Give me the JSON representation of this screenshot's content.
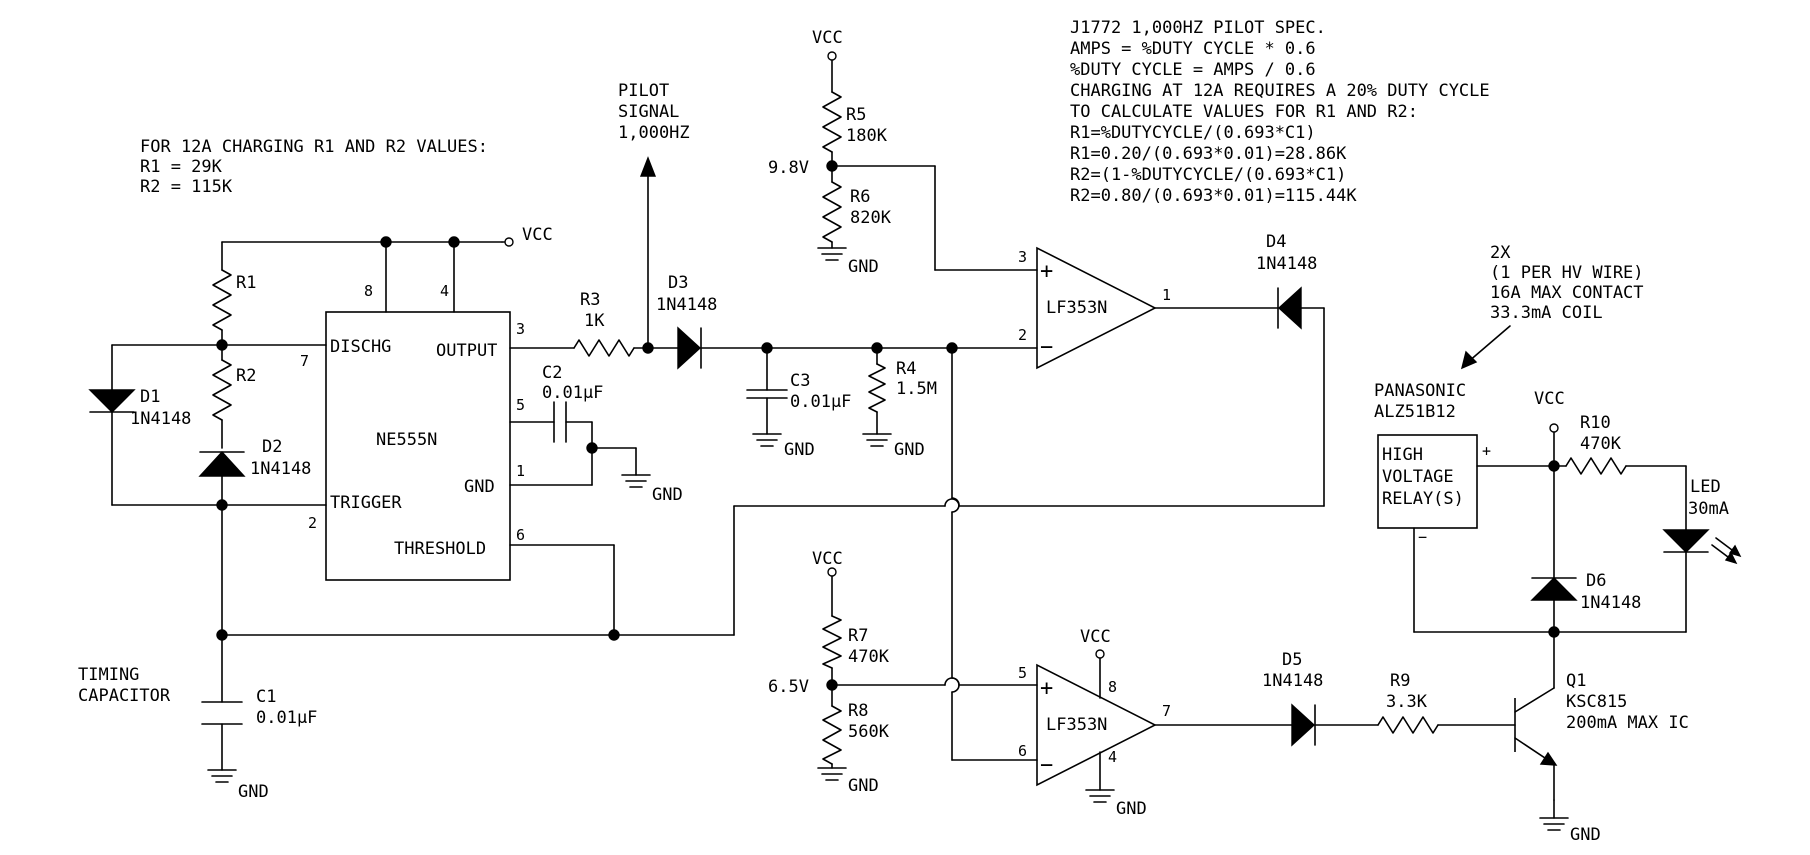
{
  "notes": {
    "left_title": "FOR 12A CHARGING R1 AND R2 VALUES:",
    "left_r1": "R1 = 29K",
    "left_r2": "R2 = 115K",
    "spec_lines": [
      "J1772 1,000HZ PILOT SPEC.",
      "AMPS = %DUTY CYCLE * 0.6",
      "%DUTY CYCLE = AMPS / 0.6",
      "CHARGING AT 12A REQUIRES A 20% DUTY CYCLE",
      "TO CALCULATE VALUES FOR R1 AND R2:",
      "R1=%DUTYCYCLE/(0.693*C1)",
      "R1=0.20/(0.693*0.01)=28.86K",
      "R2=(1-%DUTYCYCLE/(0.693*C1)",
      "R2=0.80/(0.693*0.01)=115.44K"
    ],
    "relay_note": [
      "2X",
      "(1 PER HV WIRE)",
      "16A MAX CONTACT",
      "33.3mA COIL"
    ],
    "pilot": [
      "PILOT",
      "SIGNAL",
      "1,000HZ"
    ]
  },
  "labels": {
    "vcc": "VCC",
    "gnd": "GND",
    "timer": {
      "name": "NE555N",
      "discharge": "DISCHG",
      "trigger": "TRIGGER",
      "output": "OUTPUT",
      "gnd": "GND",
      "threshold": "THRESHOLD",
      "pins": {
        "p8": "8",
        "p4": "4",
        "p7": "7",
        "p2": "2",
        "p3": "3",
        "p5": "5",
        "p1": "1",
        "p6": "6"
      }
    },
    "r1": "R1",
    "r2": "R2",
    "r3": {
      "name": "R3",
      "value": "1K"
    },
    "r4": {
      "name": "R4",
      "value": "1.5M"
    },
    "r5": {
      "name": "R5",
      "value": "180K"
    },
    "r6": {
      "name": "R6",
      "value": "820K"
    },
    "r7": {
      "name": "R7",
      "value": "470K"
    },
    "r8": {
      "name": "R8",
      "value": "560K"
    },
    "r9": {
      "name": "R9",
      "value": "3.3K"
    },
    "r10": {
      "name": "R10",
      "value": "470K"
    },
    "d1": {
      "name": "D1",
      "value": "1N4148"
    },
    "d2": {
      "name": "D2",
      "value": "1N4148"
    },
    "d3": {
      "name": "D3",
      "value": "1N4148"
    },
    "d4": {
      "name": "D4",
      "value": "1N4148"
    },
    "d5": {
      "name": "D5",
      "value": "1N4148"
    },
    "d6": {
      "name": "D6",
      "value": "1N4148"
    },
    "c1": {
      "name": "C1",
      "value": "0.01µF"
    },
    "c2": {
      "name": "C2",
      "value": "0.01µF"
    },
    "c3": {
      "name": "C3",
      "value": "0.01µF"
    },
    "timing_cap": [
      "TIMING",
      "CAPACITOR"
    ],
    "v98": "9.8V",
    "v65": "6.5V",
    "opamp1": {
      "name": "LF353N",
      "plus_pin": "3",
      "minus_pin": "2",
      "out_pin": "1",
      "plus": "+",
      "minus": "−"
    },
    "opamp2": {
      "name": "LF353N",
      "plus_pin": "5",
      "minus_pin": "6",
      "out_pin": "7",
      "vcc_pin": "8",
      "gnd_pin": "4",
      "plus": "+",
      "minus": "−"
    },
    "relay": {
      "maker": "PANASONIC",
      "model": "ALZ51B12",
      "line1": "HIGH",
      "line2": "VOLTAGE",
      "line3": "RELAY(S)",
      "plus": "+",
      "minus": "−"
    },
    "led": {
      "name": "LED",
      "value": "30mA"
    },
    "q1": {
      "name": "Q1",
      "model": "KSC815",
      "rating": "200mA MAX IC"
    }
  }
}
